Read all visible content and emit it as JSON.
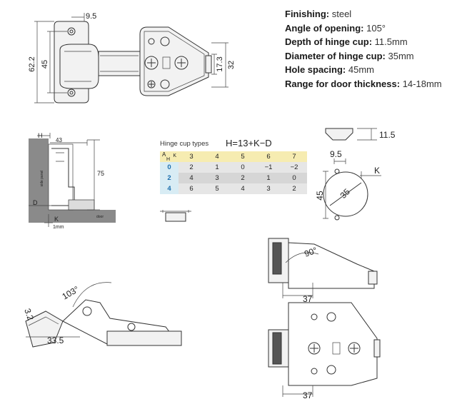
{
  "specs": [
    {
      "label": "Finishing:",
      "value": "steel"
    },
    {
      "label": "Angle of opening:",
      "value": "105°"
    },
    {
      "label": "Depth of hinge cup:",
      "value": "11.5mm"
    },
    {
      "label": "Diameter of hinge cup:",
      "value": "35mm"
    },
    {
      "label": "Hole spacing:",
      "value": "45mm"
    },
    {
      "label": "Range for door thickness:",
      "value": "14-18mm"
    }
  ],
  "top_view": {
    "dim_top": "9.5",
    "dim_62": "62.2",
    "dim_45": "45",
    "dim_17": "17.3",
    "dim_32": "32"
  },
  "section": {
    "h": "H",
    "d43": "43",
    "d75": "75",
    "d": "D",
    "k": "K",
    "mm": "1mm",
    "vert_text": "side panel",
    "door_text": "door"
  },
  "cup_table": {
    "title": "Hinge cup types",
    "formula": "H=13+K−D",
    "corner_a": "A",
    "corner_k": "K",
    "corner_h": "H",
    "k_values": [
      "3",
      "4",
      "5",
      "6",
      "7"
    ],
    "rows": [
      {
        "a": "0",
        "vals": [
          "2",
          "1",
          "0",
          "−1",
          "−2"
        ]
      },
      {
        "a": "2",
        "vals": [
          "4",
          "3",
          "2",
          "1",
          "0"
        ]
      },
      {
        "a": "4",
        "vals": [
          "6",
          "5",
          "4",
          "3",
          "2"
        ]
      }
    ]
  },
  "cup_detail": {
    "depth": "11.5",
    "offset": "9.5",
    "k": "K",
    "height": "45",
    "diameter": "35"
  },
  "open_view": {
    "angle": "103°",
    "d32": "3.2",
    "d335": "33.5"
  },
  "right_views": {
    "angle": "90°",
    "d37a": "37",
    "d37b": "37"
  }
}
